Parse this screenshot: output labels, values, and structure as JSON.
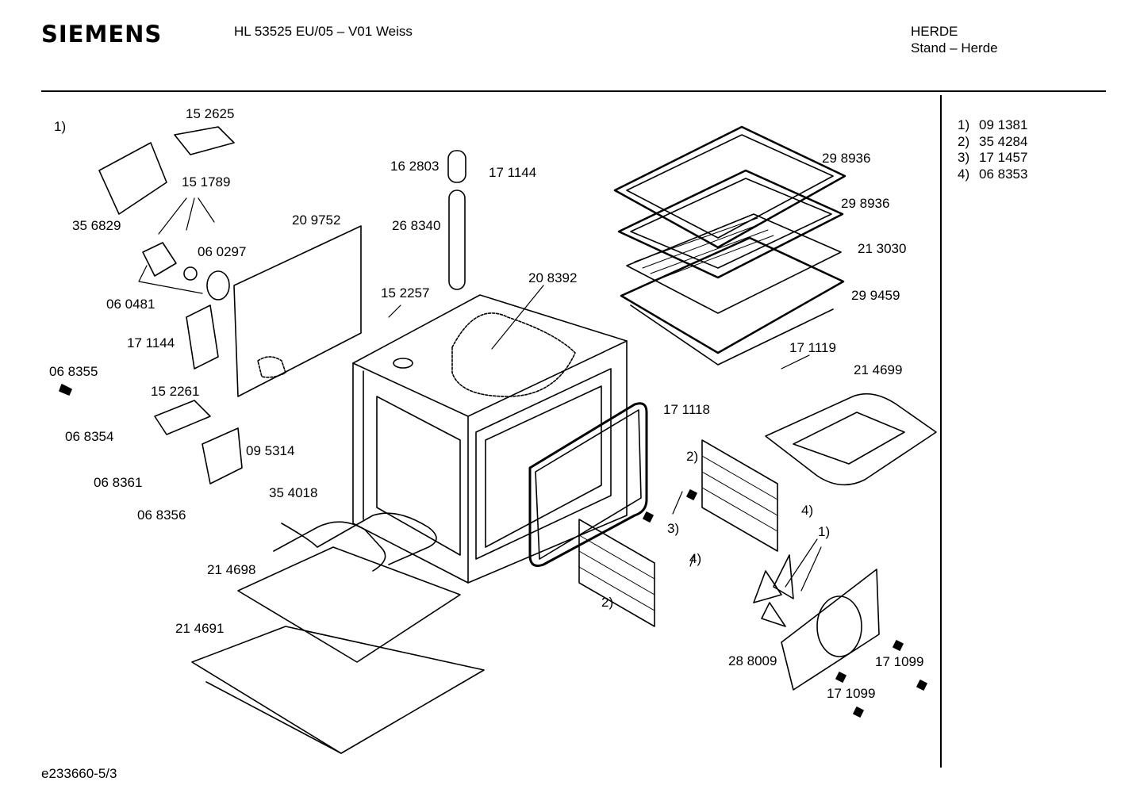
{
  "header": {
    "brand": "SIEMENS",
    "model": "HL 53525 EU/05 – V01 Weiss",
    "category_line1": "HERDE",
    "category_line2": "Stand – Herde"
  },
  "legend": [
    {
      "key": "1)",
      "value": "09 1381"
    },
    {
      "key": "2)",
      "value": "35 4284"
    },
    {
      "key": "3)",
      "value": "17 1457"
    },
    {
      "key": "4)",
      "value": "06 8353"
    }
  ],
  "footer": "e233660-5/3",
  "part_labels": {
    "p_1_top": "1)",
    "p_152625": "15 2625",
    "p_151789": "15 1789",
    "p_356829": "35 6829",
    "p_060297": "06 0297",
    "p_060481": "06 0481",
    "p_209752": "20 9752",
    "p_162803": "16 2803",
    "p_171144_top": "17 1144",
    "p_268340": "26 8340",
    "p_152257": "15 2257",
    "p_208392": "20 8392",
    "p_171144_mid": "17 1144",
    "p_068355": "06 8355",
    "p_152261": "15 2261",
    "p_068354": "06 8354",
    "p_095314": "09 5314",
    "p_068361": "06 8361",
    "p_068356": "06 8356",
    "p_354018": "35 4018",
    "p_214698": "21 4698",
    "p_214691": "21 4691",
    "p_298936_a": "29 8936",
    "p_298936_b": "29 8936",
    "p_213030": "21 3030",
    "p_299459": "29 9459",
    "p_171119": "17 1119",
    "p_214699": "21 4699",
    "p_171118": "17 1118",
    "p_2_right": "2)",
    "p_4_right": "4)",
    "p_1_right": "1)",
    "p_3_mid": "3)",
    "p_4_mid": "4)",
    "p_2_bottom": "2)",
    "p_288009": "28 8009",
    "p_171099_a": "17 1099",
    "p_171099_b": "17 1099"
  }
}
